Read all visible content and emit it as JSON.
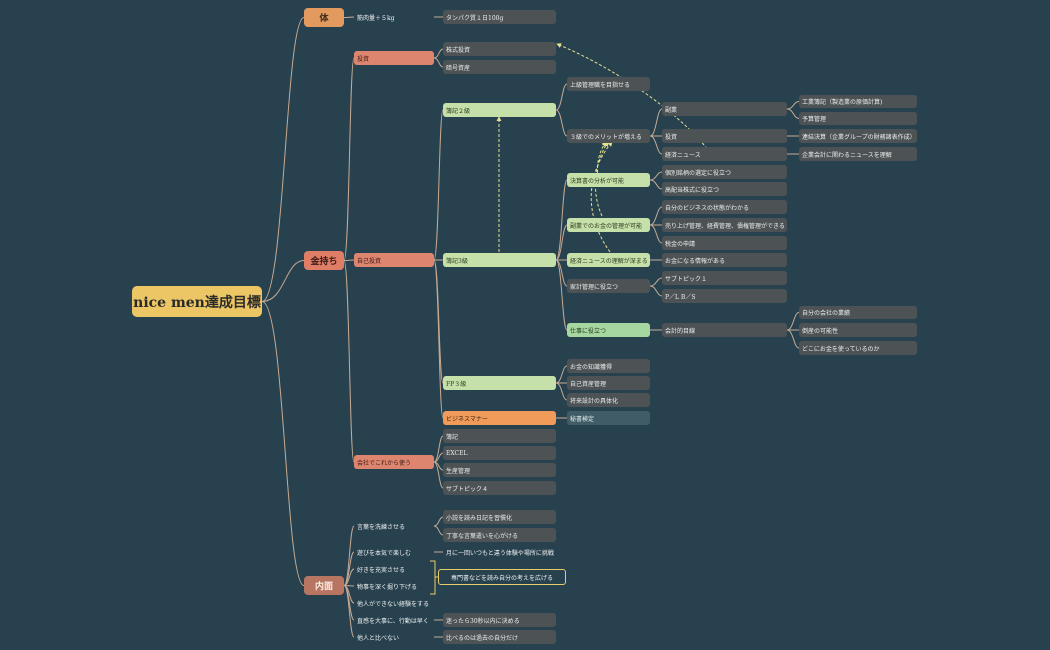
{
  "colors": {
    "background": "#27414f",
    "link": "#c7aa92",
    "dashed_arrow": "#e6df8e",
    "callout_border": "#e7cc6b"
  },
  "nodes": [
    {
      "id": "root",
      "text": "nice men達成目標",
      "style": "root"
    },
    {
      "id": "karada",
      "text": "体",
      "style": "main"
    },
    {
      "id": "kanemochi",
      "text": "金持ち",
      "style": "main kanemochi"
    },
    {
      "id": "naimen",
      "text": "内面",
      "style": "main naimen"
    },
    {
      "id": "kin5",
      "text": "筋肉量＋５kg",
      "style": "plain"
    },
    {
      "id": "tanpaku",
      "text": "タンパク質１日100g",
      "style": "dark"
    },
    {
      "id": "toushi",
      "text": "投資",
      "style": "sal"
    },
    {
      "id": "kabu",
      "text": "株式投資",
      "style": "dark"
    },
    {
      "id": "angou",
      "text": "暗号資産",
      "style": "dark"
    },
    {
      "id": "jiko",
      "text": "自己投資",
      "style": "sal"
    },
    {
      "id": "boki2",
      "text": "簿記２級",
      "style": "grn"
    },
    {
      "id": "jokyu",
      "text": "上級管理職を目指せる",
      "style": "dark"
    },
    {
      "id": "merit3",
      "text": "３級でのメリットが増える",
      "style": "dark"
    },
    {
      "id": "fukugyo2",
      "text": "副業",
      "style": "dark"
    },
    {
      "id": "kogyo",
      "text": "工業簿記（製造業の原価計算)",
      "style": "dark"
    },
    {
      "id": "yosan",
      "text": "予算管理",
      "style": "dark"
    },
    {
      "id": "toushi2",
      "text": "投資",
      "style": "dark"
    },
    {
      "id": "renketsu",
      "text": "連結決算（企業グループの財務諸表作成）",
      "style": "dark"
    },
    {
      "id": "keizai2",
      "text": "経済ニュース",
      "style": "dark"
    },
    {
      "id": "kigyo",
      "text": "企業会計に関わるニュースを理解",
      "style": "dark"
    },
    {
      "id": "boki3",
      "text": "簿記3級",
      "style": "grn"
    },
    {
      "id": "kessan",
      "text": "決算書の分析が可能",
      "style": "grn"
    },
    {
      "id": "kobetsu",
      "text": "個別銘柄の選定に役立つ",
      "style": "dark"
    },
    {
      "id": "kohaito",
      "text": "高配当株式に役立つ",
      "style": "dark"
    },
    {
      "id": "fukugyo3",
      "text": "副業でのお金の管理が可能",
      "style": "grn"
    },
    {
      "id": "jibun",
      "text": "自分のビジネスの状態がわかる",
      "style": "dark"
    },
    {
      "id": "uriage",
      "text": "売り上げ管理、経費管理、債権管理ができる",
      "style": "dark"
    },
    {
      "id": "zeikin",
      "text": "税金の申請",
      "style": "dark"
    },
    {
      "id": "keizai3",
      "text": "経済ニュースの理解が深まる",
      "style": "grn"
    },
    {
      "id": "okane",
      "text": "お金になる情報がある",
      "style": "dark"
    },
    {
      "id": "kakei",
      "text": "家計管理に役立つ",
      "style": "dark"
    },
    {
      "id": "sub1",
      "text": "サブトピック１",
      "style": "dark"
    },
    {
      "id": "pl",
      "text": "P／L B／S",
      "style": "dark"
    },
    {
      "id": "shigoto",
      "text": "仕事に役立つ",
      "style": "grn2"
    },
    {
      "id": "kaikei",
      "text": "会計的目線",
      "style": "dark"
    },
    {
      "id": "jisha",
      "text": "自分の会社の業績",
      "style": "dark"
    },
    {
      "id": "tosan",
      "text": "倒産の可能性",
      "style": "dark"
    },
    {
      "id": "doko",
      "text": "どこにお金を使っているのか",
      "style": "dark"
    },
    {
      "id": "fp3",
      "text": "FP３級",
      "style": "grn"
    },
    {
      "id": "chishiki",
      "text": "お金の知識獲得",
      "style": "dark"
    },
    {
      "id": "shisan",
      "text": "自己資産管理",
      "style": "dark"
    },
    {
      "id": "shorai",
      "text": "将来設計の具体化",
      "style": "dark"
    },
    {
      "id": "manner",
      "text": "ビジネスマナー",
      "style": "org"
    },
    {
      "id": "hisho",
      "text": "秘書検定",
      "style": "teal"
    },
    {
      "id": "kaisha",
      "text": "会社でこれから使う",
      "style": "sal"
    },
    {
      "id": "sanshoku",
      "text": "簿記",
      "style": "dark"
    },
    {
      "id": "excel",
      "text": "EXCEL",
      "style": "dark"
    },
    {
      "id": "seisan",
      "text": "生産管理",
      "style": "dark"
    },
    {
      "id": "sub4",
      "text": "サブトピック４",
      "style": "dark"
    },
    {
      "id": "kotoba",
      "text": "言葉を洗練させる",
      "style": "plain"
    },
    {
      "id": "shosetsu",
      "text": "小説を読み日記を習慣化",
      "style": "dark"
    },
    {
      "id": "teinei",
      "text": "丁寧な言葉遣いを心がける",
      "style": "dark"
    },
    {
      "id": "asobi",
      "text": "遊びを本気で楽しむ",
      "style": "plain"
    },
    {
      "id": "tsuki",
      "text": "月に一回いつもと違う体験や場所に挑戦",
      "style": "plain"
    },
    {
      "id": "suki",
      "text": "好きを充実させる",
      "style": "plain"
    },
    {
      "id": "monogoto",
      "text": "物事を深く掘り下げる",
      "style": "plain"
    },
    {
      "id": "callout",
      "text": "専門書などを読み自分の考えを広げる",
      "style": "callout"
    },
    {
      "id": "tanin",
      "text": "他人ができない経験をする",
      "style": "plain"
    },
    {
      "id": "chokkan",
      "text": "直感を大事に、行動は早く",
      "style": "plain"
    },
    {
      "id": "mayotta",
      "text": "迷ったら30秒以内に決める",
      "style": "dark"
    },
    {
      "id": "hikaku",
      "text": "他人と比べない",
      "style": "plain"
    },
    {
      "id": "kako",
      "text": "比べるのは過去の自分だけ",
      "style": "dark"
    }
  ]
}
